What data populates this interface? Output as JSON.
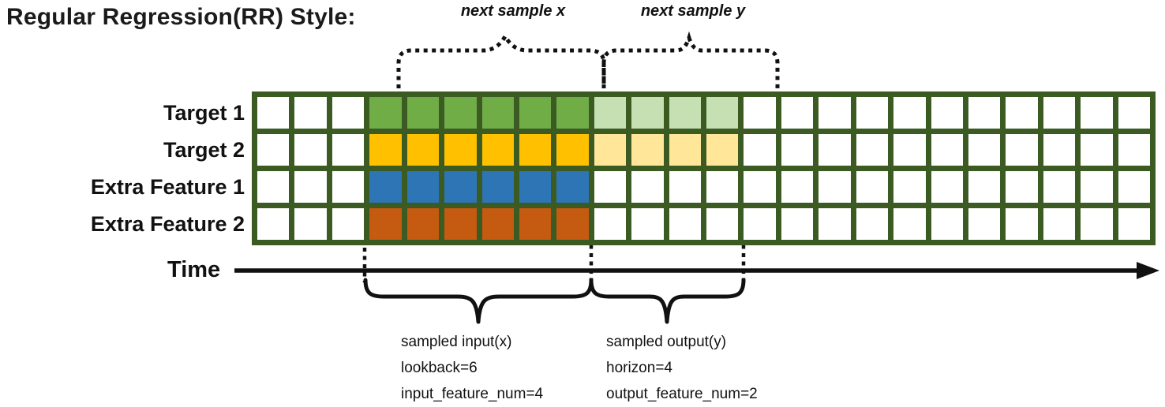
{
  "title": "Regular Regression(RR) Style:",
  "top_annotations": {
    "next_sample_x": "next sample x",
    "next_sample_y": "next sample y"
  },
  "grid": {
    "columns": 24,
    "input_start_col": 4,
    "lookback": 6,
    "horizon": 4,
    "border_color": "#3B5B23",
    "rows": [
      {
        "label": "Target 1",
        "input_color": "#70AD47",
        "output_color": "#C6E0B4",
        "has_output": true
      },
      {
        "label": "Target 2",
        "input_color": "#FFC000",
        "output_color": "#FFE699",
        "has_output": true
      },
      {
        "label": "Extra Feature 1",
        "input_color": "#2E75B6",
        "output_color": null,
        "has_output": false
      },
      {
        "label": "Extra Feature 2",
        "input_color": "#C55A11",
        "output_color": null,
        "has_output": false
      }
    ]
  },
  "time_axis": {
    "label": "Time"
  },
  "bottom_annotations": {
    "input": {
      "lines": [
        "sampled input(x)",
        "lookback=6",
        "input_feature_num=4"
      ]
    },
    "output": {
      "lines": [
        "sampled output(y)",
        "horizon=4",
        "output_feature_num=2"
      ]
    }
  }
}
